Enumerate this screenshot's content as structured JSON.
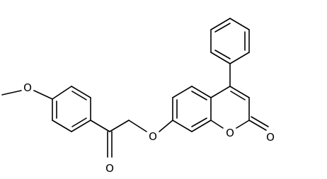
{
  "molecule": {
    "labels": {
      "methoxy_o": "O",
      "ketone_o": "O",
      "ether_o": "O",
      "ring_o": "O",
      "lactone_o": "O"
    }
  },
  "colors": {
    "bond": "#000000",
    "background": "#ffffff"
  }
}
